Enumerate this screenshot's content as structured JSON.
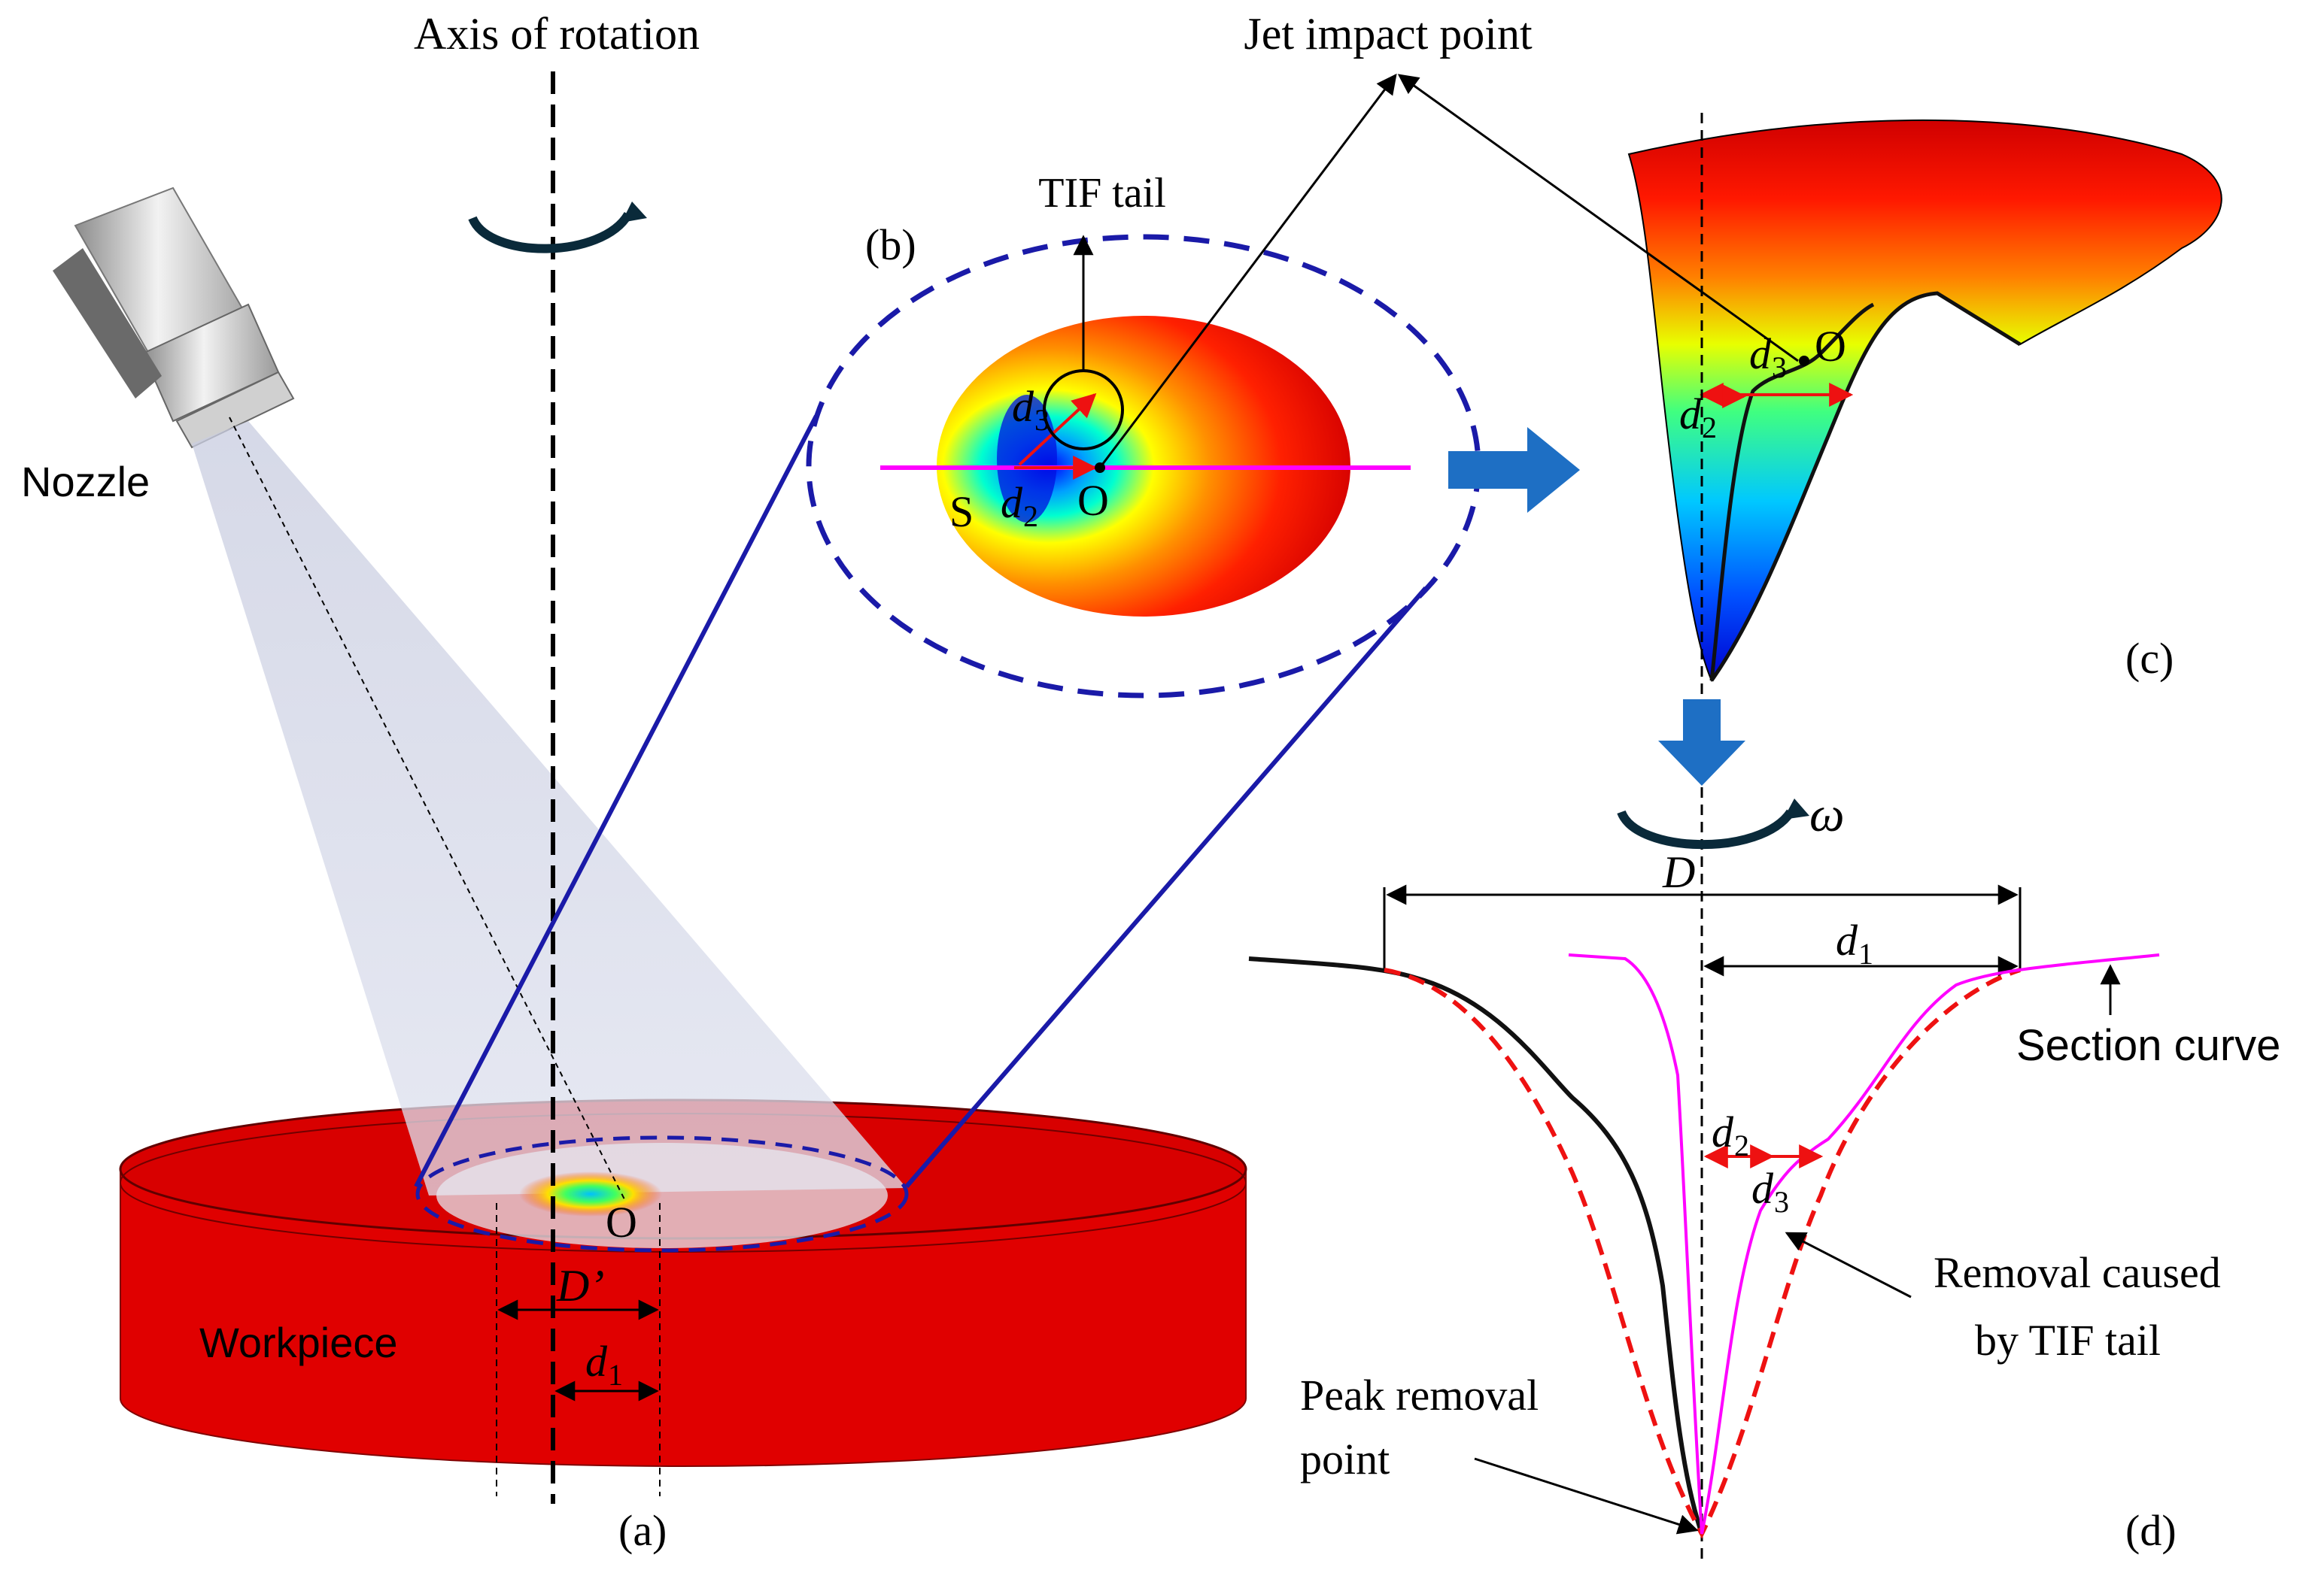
{
  "labels": {
    "axis_of_rotation": "Axis of rotation",
    "jet_impact_point": "Jet impact point",
    "tif_tail": "TIF tail",
    "nozzle": "Nozzle",
    "workpiece": "Workpiece",
    "panel_a": "(a)",
    "panel_b": "(b)",
    "panel_c": "(c)",
    "panel_d": "(d)",
    "section_curve": "Section curve",
    "removal_line1": "Removal caused",
    "removal_line2": "by TIF tail",
    "peak_line1": "Peak removal",
    "peak_line2": "point",
    "point_O": "O",
    "point_S": "S",
    "D": "D",
    "D_prime": "D’",
    "d": "d",
    "sub1": "1",
    "sub2": "2",
    "sub3": "3",
    "omega": "ω"
  },
  "colors": {
    "workpiece_red": "#e00000",
    "outline_blue": "#1a1aa8",
    "arrow_blue": "#1e6fc4",
    "section_magenta": "#ff00ff",
    "dashed_red": "#ee1111",
    "curve_black": "#111111"
  },
  "icons": {
    "rotation": "curved-arrow-icon",
    "flow_right": "block-arrow-right-icon",
    "flow_down": "block-arrow-down-icon"
  }
}
